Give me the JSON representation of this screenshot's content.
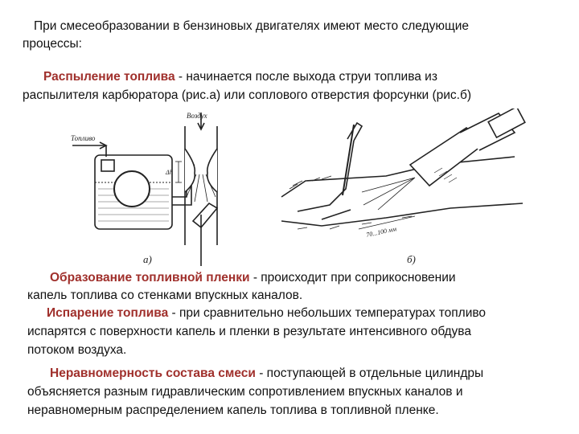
{
  "intro": {
    "line1": "При смесеобразовании в бензиновых двигателях имеют место следующие",
    "line2": "процессы:"
  },
  "atomization": {
    "term": "Распыление топлива",
    "line1_rest": " - начинается после выхода струи топлива из",
    "line2": "распылителя карбюратора (рис.а) или соплового отверстия форсунки (рис.б)"
  },
  "figures": {
    "left": {
      "label_fuel": "Топливо",
      "label_air": "Воздух",
      "label_dh": "Δh",
      "caption": "а)"
    },
    "right": {
      "label_dim": "70...100 мм",
      "caption": "б)"
    }
  },
  "film": {
    "term": "Образование топливной пленки",
    "line1_rest": " - происходит при соприкосновении",
    "line2": "капель топлива со стенками впускных каналов."
  },
  "evaporation": {
    "term": "Испарение топлива",
    "line1_rest": " - при сравнительно небольших температурах топливо",
    "line2": "испарятся с поверхности капель и пленки в результате интенсивного обдува",
    "line3": "потоком воздуха."
  },
  "nonuniformity": {
    "term": "Неравномерность состава смеси",
    "line1_rest": " - поступающей в  отдельные цилиндры",
    "line2": "объясняется разным гидравлическим сопротивлением впускных каналов и",
    "line3": "неравномерным распределением капель топлива в топливной пленке."
  }
}
